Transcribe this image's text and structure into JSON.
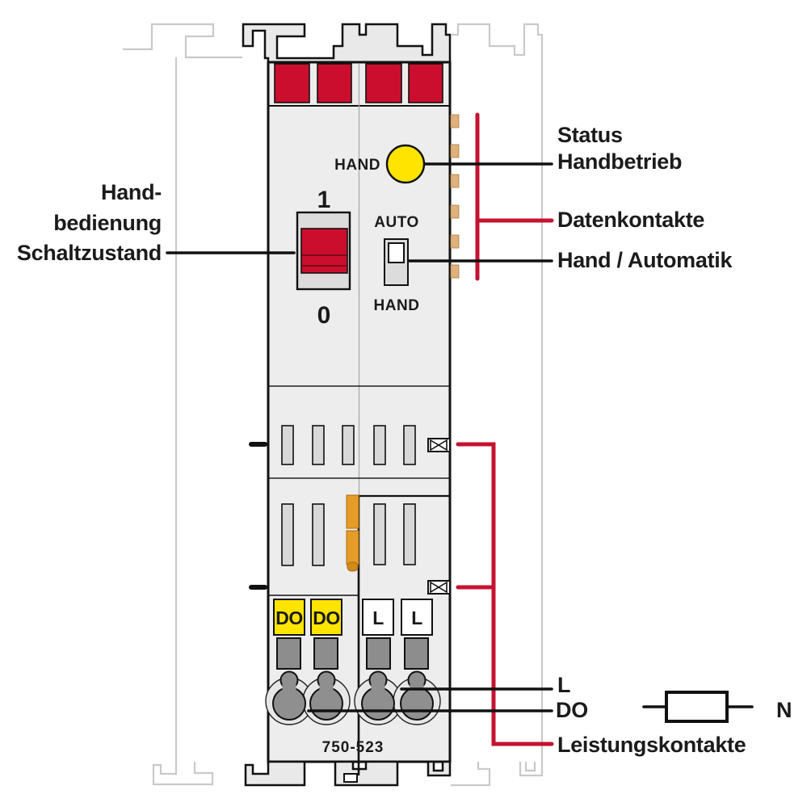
{
  "colors": {
    "clamp_red": "#cb0e2d",
    "line_red": "#c41331",
    "led_yellow": "#ffe400",
    "terminal_yellow": "#ffe400",
    "contact_tan": "#e0b17c",
    "latch_orange": "#e59d28"
  },
  "module": {
    "part_number": "750-523",
    "led_label": "HAND",
    "rocker_on": "1",
    "rocker_off": "0",
    "slider_up": "AUTO",
    "slider_down": "HAND",
    "terminals": [
      "DO",
      "DO",
      "L",
      "L"
    ]
  },
  "annotations": {
    "manual_override": {
      "line1": "Hand-",
      "line2": "bedienung",
      "line3": "Schaltzustand"
    },
    "status_line1": "Status",
    "status_line2": "Handbetrieb",
    "data_contacts": "Datenkontakte",
    "hand_automatic": "Hand / Automatik",
    "phase": "L",
    "digital_output": "DO",
    "power_contacts": "Leistungskontakte",
    "neutral": "N"
  }
}
